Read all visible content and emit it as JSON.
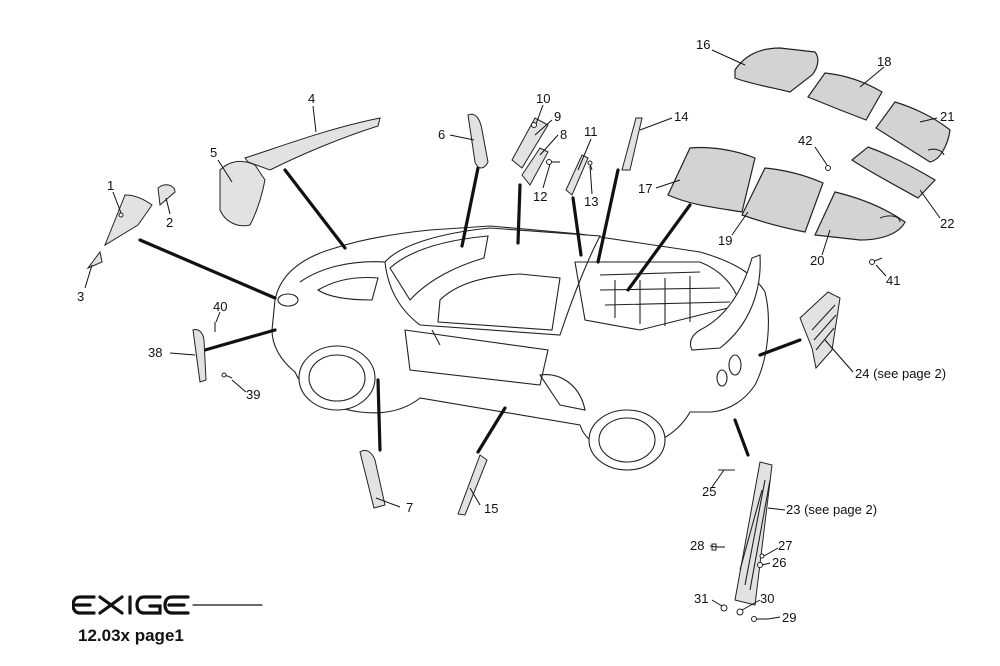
{
  "labels": [
    {
      "id": "1",
      "text": "1"
    },
    {
      "id": "2",
      "text": "2"
    },
    {
      "id": "3",
      "text": "3"
    },
    {
      "id": "4",
      "text": "4"
    },
    {
      "id": "5",
      "text": "5"
    },
    {
      "id": "6",
      "text": "6"
    },
    {
      "id": "7",
      "text": "7"
    },
    {
      "id": "8",
      "text": "8"
    },
    {
      "id": "9",
      "text": "9"
    },
    {
      "id": "10",
      "text": "10"
    },
    {
      "id": "11",
      "text": "11"
    },
    {
      "id": "12",
      "text": "12"
    },
    {
      "id": "13",
      "text": "13"
    },
    {
      "id": "14",
      "text": "14"
    },
    {
      "id": "15",
      "text": "15"
    },
    {
      "id": "16",
      "text": "16"
    },
    {
      "id": "17",
      "text": "17"
    },
    {
      "id": "18",
      "text": "18"
    },
    {
      "id": "19",
      "text": "19"
    },
    {
      "id": "20",
      "text": "20"
    },
    {
      "id": "21",
      "text": "21"
    },
    {
      "id": "22",
      "text": "22"
    },
    {
      "id": "23",
      "text": "23 (see page 2)"
    },
    {
      "id": "24",
      "text": "24 (see page 2)"
    },
    {
      "id": "25",
      "text": "25"
    },
    {
      "id": "26",
      "text": "26"
    },
    {
      "id": "27",
      "text": "27"
    },
    {
      "id": "28",
      "text": "28"
    },
    {
      "id": "29",
      "text": "29"
    },
    {
      "id": "30",
      "text": "30"
    },
    {
      "id": "31",
      "text": "31"
    },
    {
      "id": "38",
      "text": "38"
    },
    {
      "id": "39",
      "text": "39"
    },
    {
      "id": "40",
      "text": "40"
    },
    {
      "id": "41",
      "text": "41"
    },
    {
      "id": "42",
      "text": "42"
    }
  ],
  "footer": {
    "logo_text": "EXIGE",
    "page_code": "12.03x page1"
  }
}
